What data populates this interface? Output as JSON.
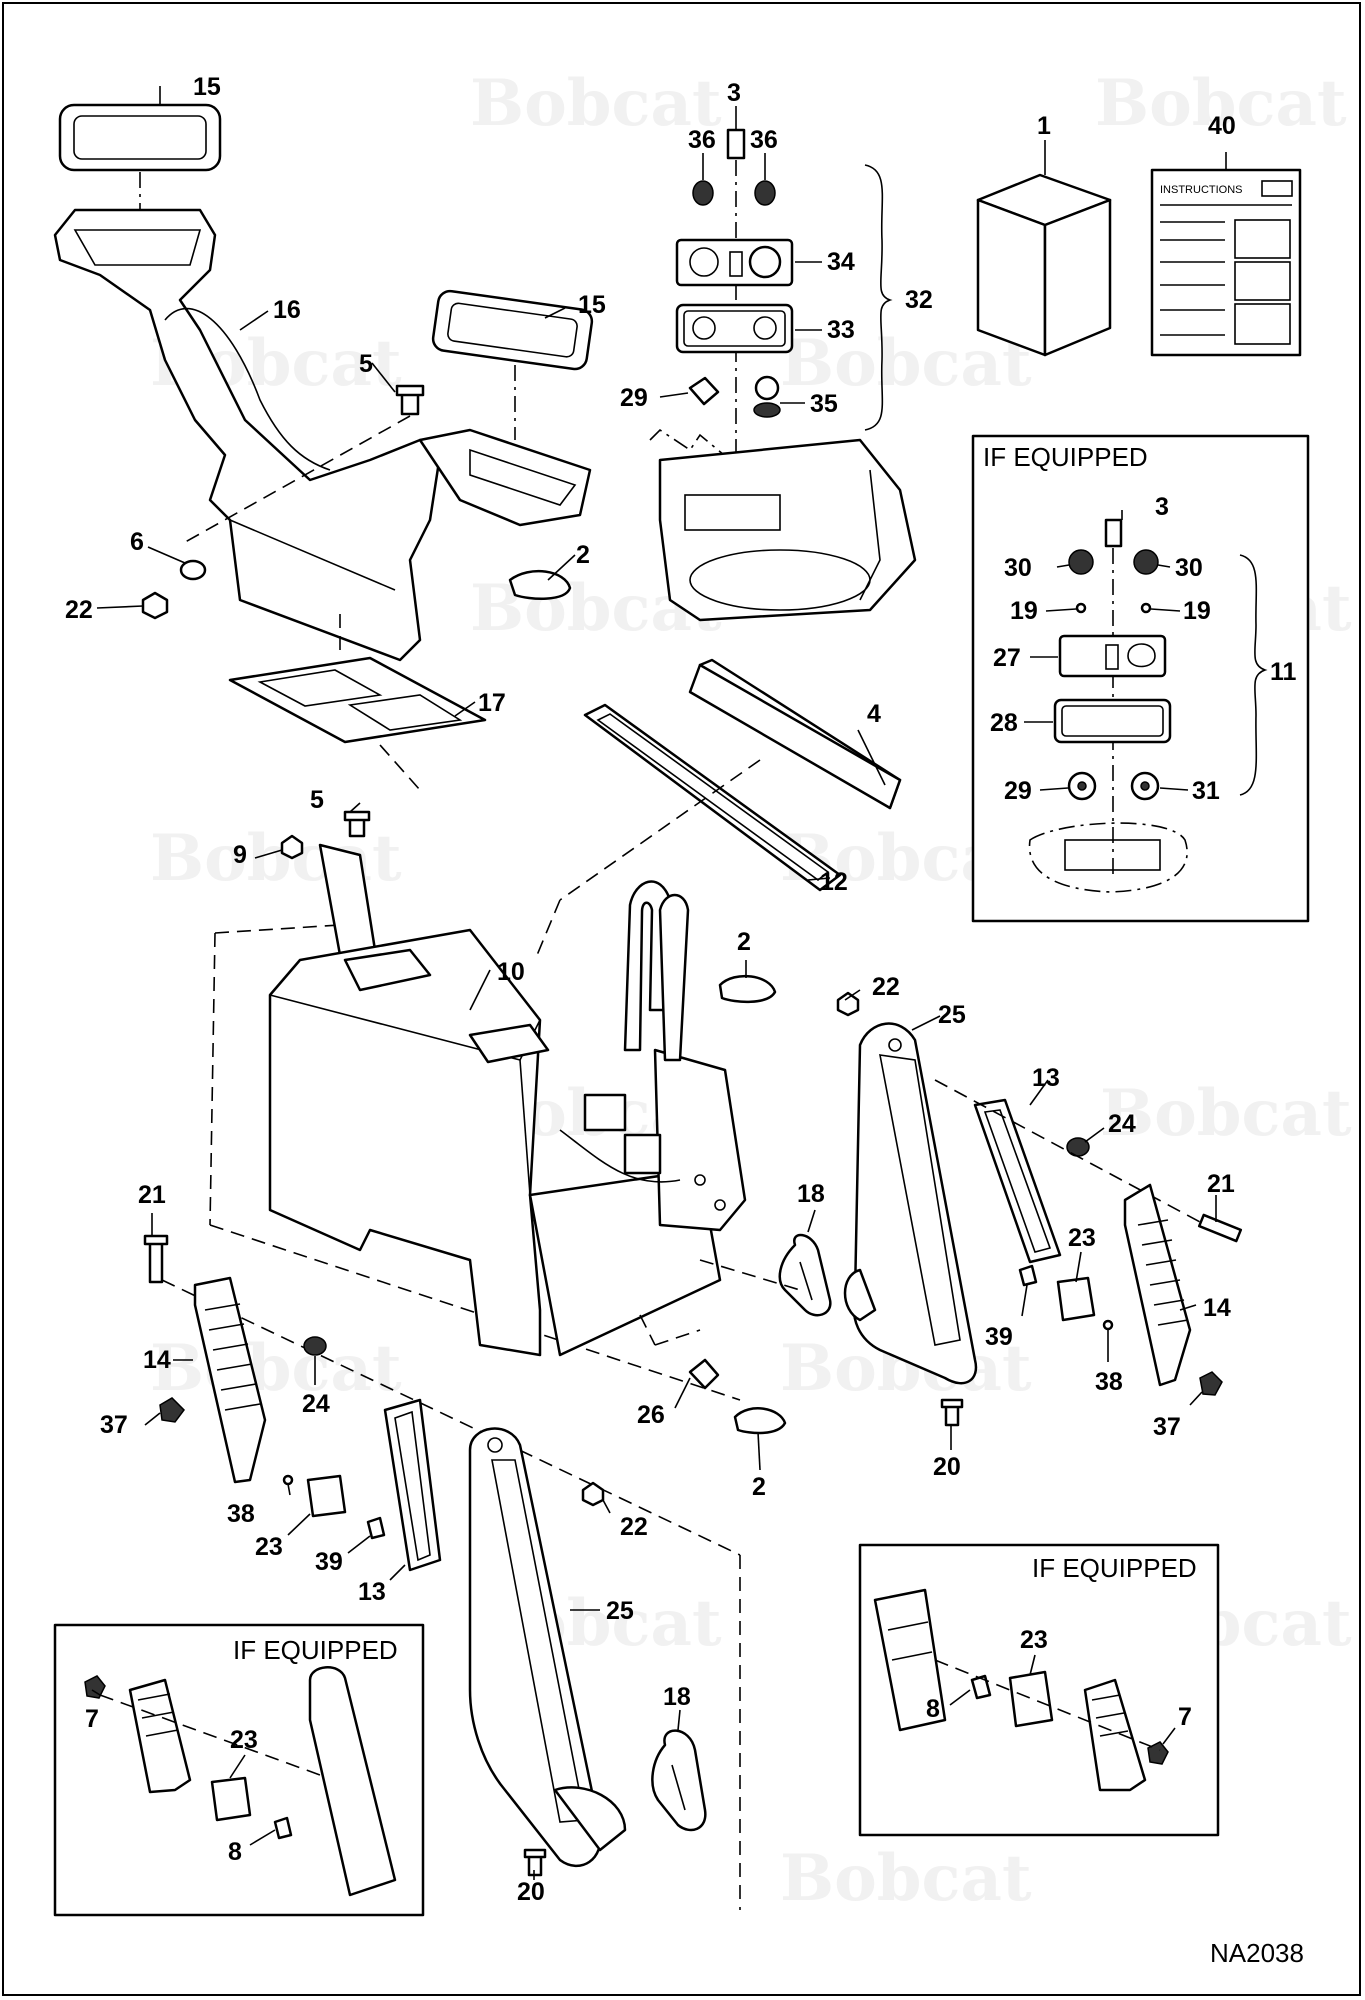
{
  "diagram_code": "NA2038",
  "watermark_text": "Bobcat",
  "instructions_label": "INSTRUCTIONS",
  "if_equipped_boxes": [
    {
      "label": "IF EQUIPPED"
    },
    {
      "label": "IF EQUIPPED"
    },
    {
      "label": "IF EQUIPPED"
    }
  ],
  "callouts": [
    {
      "text": "15"
    },
    {
      "text": "16"
    },
    {
      "text": "15"
    },
    {
      "text": "5"
    },
    {
      "text": "6"
    },
    {
      "text": "22"
    },
    {
      "text": "2"
    },
    {
      "text": "17"
    },
    {
      "text": "3"
    },
    {
      "text": "36"
    },
    {
      "text": "36"
    },
    {
      "text": "34"
    },
    {
      "text": "33"
    },
    {
      "text": "32"
    },
    {
      "text": "29"
    },
    {
      "text": "35"
    },
    {
      "text": "1"
    },
    {
      "text": "40"
    },
    {
      "text": "3"
    },
    {
      "text": "30"
    },
    {
      "text": "30"
    },
    {
      "text": "19"
    },
    {
      "text": "19"
    },
    {
      "text": "27"
    },
    {
      "text": "28"
    },
    {
      "text": "11"
    },
    {
      "text": "29"
    },
    {
      "text": "31"
    },
    {
      "text": "4"
    },
    {
      "text": "12"
    },
    {
      "text": "5"
    },
    {
      "text": "9"
    },
    {
      "text": "10"
    },
    {
      "text": "2"
    },
    {
      "text": "22"
    },
    {
      "text": "25"
    },
    {
      "text": "13"
    },
    {
      "text": "24"
    },
    {
      "text": "21"
    },
    {
      "text": "18"
    },
    {
      "text": "23"
    },
    {
      "text": "14"
    },
    {
      "text": "39"
    },
    {
      "text": "38"
    },
    {
      "text": "37"
    },
    {
      "text": "21"
    },
    {
      "text": "14"
    },
    {
      "text": "24"
    },
    {
      "text": "37"
    },
    {
      "text": "26"
    },
    {
      "text": "2"
    },
    {
      "text": "20"
    },
    {
      "text": "38"
    },
    {
      "text": "23"
    },
    {
      "text": "39"
    },
    {
      "text": "22"
    },
    {
      "text": "13"
    },
    {
      "text": "25"
    },
    {
      "text": "18"
    },
    {
      "text": "20"
    },
    {
      "text": "7"
    },
    {
      "text": "23"
    },
    {
      "text": "8"
    },
    {
      "text": "23"
    },
    {
      "text": "8"
    },
    {
      "text": "7"
    }
  ]
}
